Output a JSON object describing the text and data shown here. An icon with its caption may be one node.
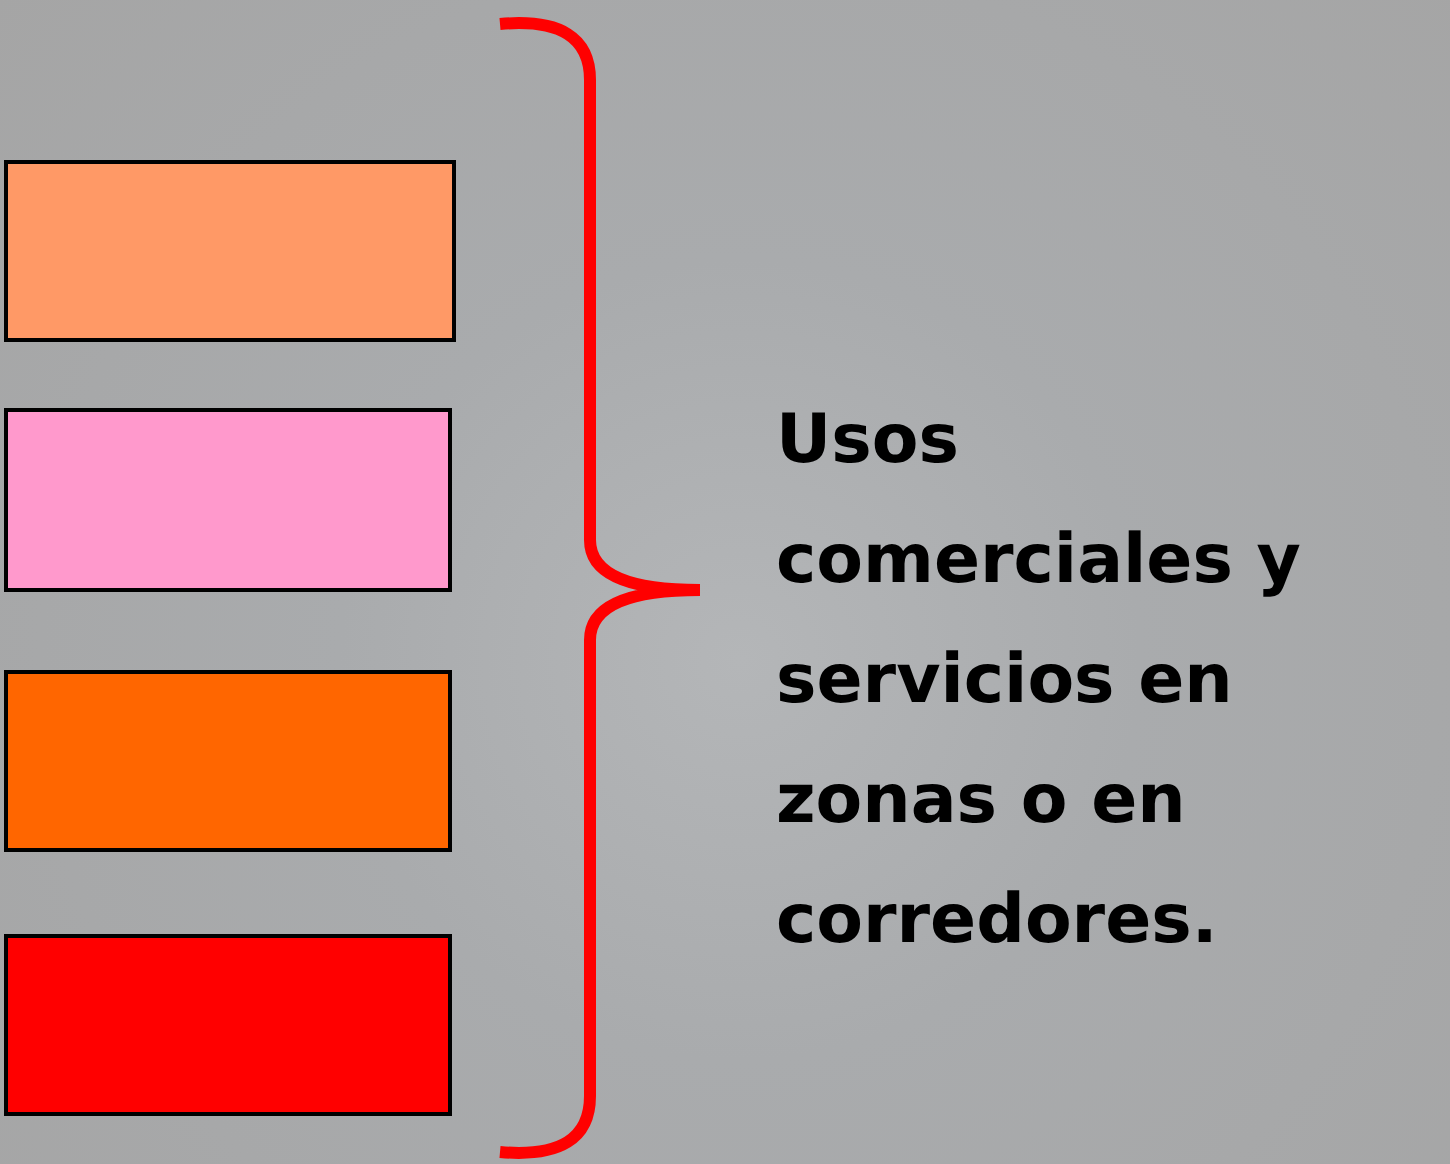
{
  "diagram": {
    "nodes": [
      {
        "text": [],
        "shape": "box"
      },
      {
        "text": [],
        "shape": "box"
      },
      {
        "text": [],
        "shape": "box"
      },
      {
        "text": [],
        "shape": "box"
      }
    ],
    "edges": [],
    "labels": [
      "Usos comerciales y servicios en zonas o en corredores."
    ]
  }
}
